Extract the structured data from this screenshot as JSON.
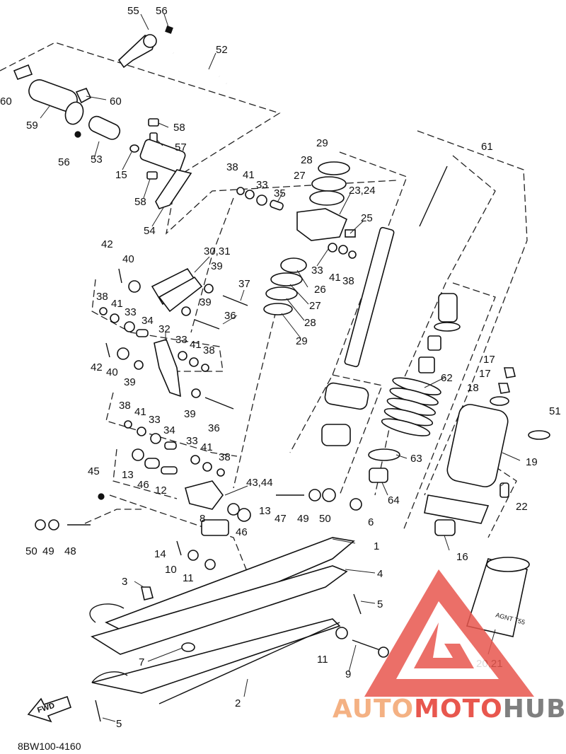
{
  "diagram": {
    "code": "8BW100-4160",
    "fwd_label": "FWD",
    "spring_tag": "AGNT T55",
    "callouts": [
      {
        "id": "55"
      },
      {
        "id": "56"
      },
      {
        "id": "52"
      },
      {
        "id": "60"
      },
      {
        "id": "60"
      },
      {
        "id": "59"
      },
      {
        "id": "58"
      },
      {
        "id": "57"
      },
      {
        "id": "56"
      },
      {
        "id": "53"
      },
      {
        "id": "15"
      },
      {
        "id": "58"
      },
      {
        "id": "54"
      },
      {
        "id": "29"
      },
      {
        "id": "61"
      },
      {
        "id": "28"
      },
      {
        "id": "27"
      },
      {
        "id": "23,24"
      },
      {
        "id": "38"
      },
      {
        "id": "41"
      },
      {
        "id": "33"
      },
      {
        "id": "35"
      },
      {
        "id": "25"
      },
      {
        "id": "33"
      },
      {
        "id": "41"
      },
      {
        "id": "38"
      },
      {
        "id": "42"
      },
      {
        "id": "40"
      },
      {
        "id": "30,31"
      },
      {
        "id": "39"
      },
      {
        "id": "26"
      },
      {
        "id": "27"
      },
      {
        "id": "28"
      },
      {
        "id": "29"
      },
      {
        "id": "37"
      },
      {
        "id": "38"
      },
      {
        "id": "41"
      },
      {
        "id": "33"
      },
      {
        "id": "39"
      },
      {
        "id": "36"
      },
      {
        "id": "34"
      },
      {
        "id": "32"
      },
      {
        "id": "33"
      },
      {
        "id": "41"
      },
      {
        "id": "38"
      },
      {
        "id": "42"
      },
      {
        "id": "40"
      },
      {
        "id": "39"
      },
      {
        "id": "62"
      },
      {
        "id": "17"
      },
      {
        "id": "17"
      },
      {
        "id": "18"
      },
      {
        "id": "51"
      },
      {
        "id": "39"
      },
      {
        "id": "38"
      },
      {
        "id": "41"
      },
      {
        "id": "33"
      },
      {
        "id": "34"
      },
      {
        "id": "36"
      },
      {
        "id": "33"
      },
      {
        "id": "41"
      },
      {
        "id": "38"
      },
      {
        "id": "63"
      },
      {
        "id": "19"
      },
      {
        "id": "45"
      },
      {
        "id": "13"
      },
      {
        "id": "46"
      },
      {
        "id": "12"
      },
      {
        "id": "43,44"
      },
      {
        "id": "22"
      },
      {
        "id": "64"
      },
      {
        "id": "47"
      },
      {
        "id": "49"
      },
      {
        "id": "50"
      },
      {
        "id": "13"
      },
      {
        "id": "6"
      },
      {
        "id": "8"
      },
      {
        "id": "46"
      },
      {
        "id": "50"
      },
      {
        "id": "49"
      },
      {
        "id": "48"
      },
      {
        "id": "1"
      },
      {
        "id": "16"
      },
      {
        "id": "14"
      },
      {
        "id": "10"
      },
      {
        "id": "11"
      },
      {
        "id": "4"
      },
      {
        "id": "3"
      },
      {
        "id": "5"
      },
      {
        "id": "11"
      },
      {
        "id": "9"
      },
      {
        "id": "7"
      },
      {
        "id": "20,21"
      },
      {
        "id": "2"
      },
      {
        "id": "5"
      }
    ]
  },
  "brand": {
    "part1": "AUTO",
    "part2": "MOTO",
    "part3": "HUB",
    "color_light": "#f4b183",
    "color_accent": "#e8574e",
    "color_dark": "#7f7f7f"
  }
}
